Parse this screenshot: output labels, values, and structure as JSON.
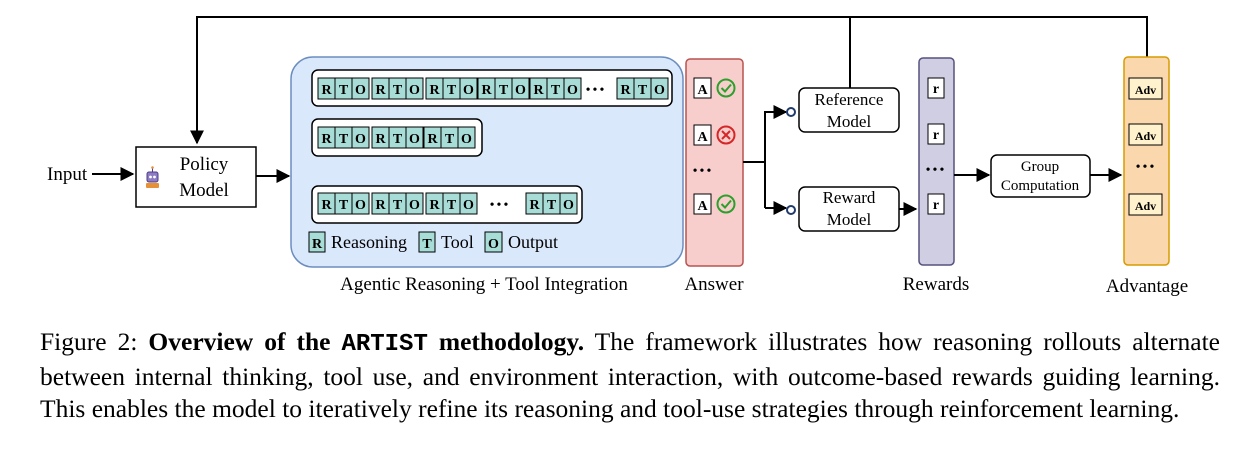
{
  "diagram": {
    "input_label": "Input",
    "policy_model": {
      "line1": "Policy",
      "line2": "Model"
    },
    "rollouts": [
      {
        "groups": [
          "RTO",
          "RTO",
          "RTO",
          "RTO",
          "RTO"
        ],
        "ellipsis": "•••",
        "last": "RTO"
      },
      {
        "groups": [
          "RTO",
          "RTO",
          "RTO"
        ]
      },
      {
        "groups": [
          "RTO",
          "RTO",
          "RTO"
        ],
        "ellipsis": "•••",
        "last": "RTO"
      }
    ],
    "legend": {
      "r_letter": "R",
      "r_text": "Reasoning",
      "t_letter": "T",
      "t_text": "Tool",
      "o_letter": "O",
      "o_text": "Output"
    },
    "agentic_caption": "Agentic Reasoning + Tool Integration",
    "answers": {
      "letter": "A",
      "items": [
        {
          "status": "correct"
        },
        {
          "status": "incorrect"
        },
        {
          "status": "correct"
        }
      ],
      "ellipsis": "•••",
      "caption": "Answer"
    },
    "reference_model": {
      "line1": "Reference",
      "line2": "Model"
    },
    "reward_model": {
      "line1": "Reward",
      "line2": "Model"
    },
    "rewards": {
      "letter": "r",
      "ellipsis": "•••",
      "caption": "Rewards"
    },
    "group_computation": {
      "line1": "Group",
      "line2": "Computation"
    },
    "advantage": {
      "label": "Adv",
      "ellipsis": "•••",
      "caption": "Advantage"
    },
    "colors": {
      "token_fill": "#a8dcd6",
      "agentic_bg": "#dae8fc",
      "answer_bg": "#f8cecc",
      "answer_border": "#b85450",
      "rewards_bg": "#d0cee2",
      "rewards_border": "#56517e",
      "advantage_bg": "#fad7ac",
      "advantage_border": "#d79b00",
      "adv_cell": "#fff2cc",
      "check_green": "#2ca02c",
      "cross_red": "#d62728"
    }
  },
  "caption": {
    "prefix": "Figure 2: ",
    "bold_part1": "Overview of the ",
    "mono": "ARTIST",
    "bold_part2": " methodology.",
    "rest": " The framework illustrates how reasoning rollouts alternate between internal thinking, tool use, and environment interaction, with outcome-based rewards guiding learning. This enables the model to iteratively refine its reasoning and tool-use strategies through reinforcement learning."
  }
}
